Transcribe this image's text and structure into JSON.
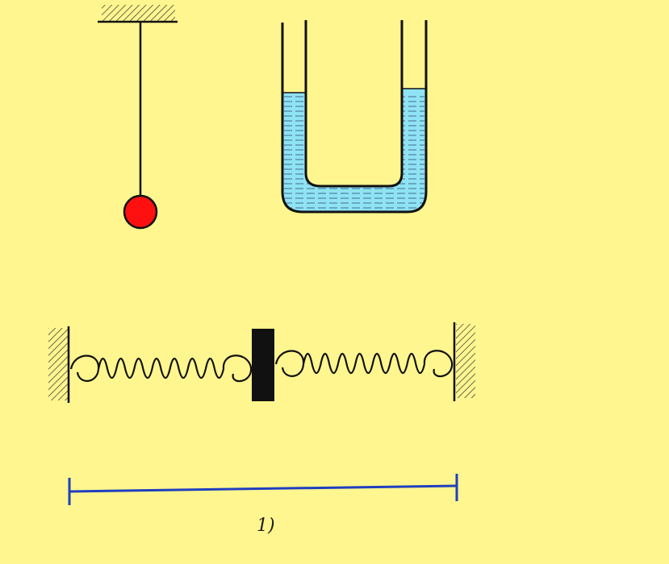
{
  "figure": {
    "label": "1)"
  },
  "colors": {
    "background": "#FFF68F",
    "ink": "#111111",
    "bob": "#FF1010",
    "liquid": "#8FE3F2",
    "liquid_lines": "#1f3b6e",
    "scale_line": "#1f3fbf",
    "mass_block": "#111111"
  },
  "objects": [
    {
      "name": "pendulum",
      "parts": [
        "ceiling-support",
        "pendulum-string",
        "pendulum-bob"
      ]
    },
    {
      "name": "u-tube",
      "parts": [
        "u-tube-walls",
        "u-tube-liquid"
      ]
    },
    {
      "name": "spring-mass-system",
      "parts": [
        "left-wall",
        "left-spring",
        "mass-block",
        "right-spring",
        "right-wall"
      ]
    },
    {
      "name": "length-scale",
      "parts": [
        "scale-line",
        "scale-left-tick",
        "scale-right-tick"
      ]
    }
  ]
}
